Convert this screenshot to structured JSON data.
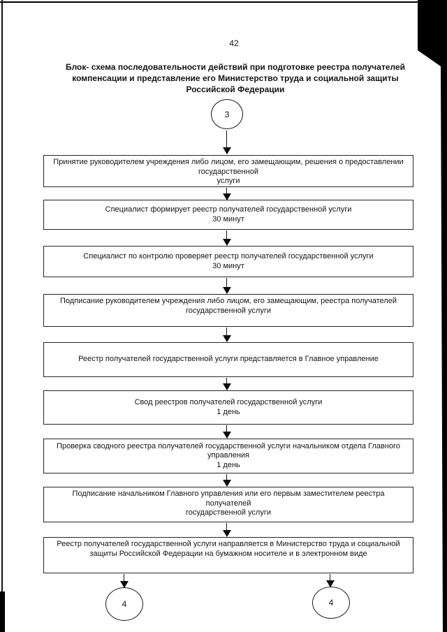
{
  "page": {
    "number": "42",
    "title": "Блок- схема последовательности действий при подготовке реестра получателей\nкомпенсации и представление его Министерство труда и социальной защиты\nРоссийской Федерации"
  },
  "flow": {
    "start_connector": "3",
    "end_connectors": [
      "4",
      "4"
    ],
    "steps": [
      {
        "text": "Принятие руководителем учреждения либо лицом, его замещающим, решения о предоставлении\nгосударственной\nуслуги"
      },
      {
        "text": "Специалист формирует реестр получателей государственной услуги\n30 минут"
      },
      {
        "text": "Специалист по контролю проверяет реестр получателей государственной услуги\n30 минут"
      },
      {
        "text": "Подписание руководителем учреждения либо лицом, его замещающим, реестра получателей\nгосударственной услуги"
      },
      {
        "text": "Реестр получателей государственной услуги представляется в Главное управление"
      },
      {
        "text": "Свод реестров получателей государственной услуги\n1 день"
      },
      {
        "text": "Проверка сводного реестра получателей государственной услуги начальником отдела Главного\nуправления\n1 день"
      },
      {
        "text": "Подписание начальником Главного управления или его первым заместителем реестра получателей\nгосударственной услуги"
      },
      {
        "text": "Реестр получателей государственной услуги направляется в Министерство труда и социальной\nзащиты Российской Федерации на бумажном носителе и в электронном виде"
      }
    ]
  },
  "colors": {
    "ink": "#141414",
    "paper": "#ffffff",
    "scan_edge": "#000000"
  }
}
